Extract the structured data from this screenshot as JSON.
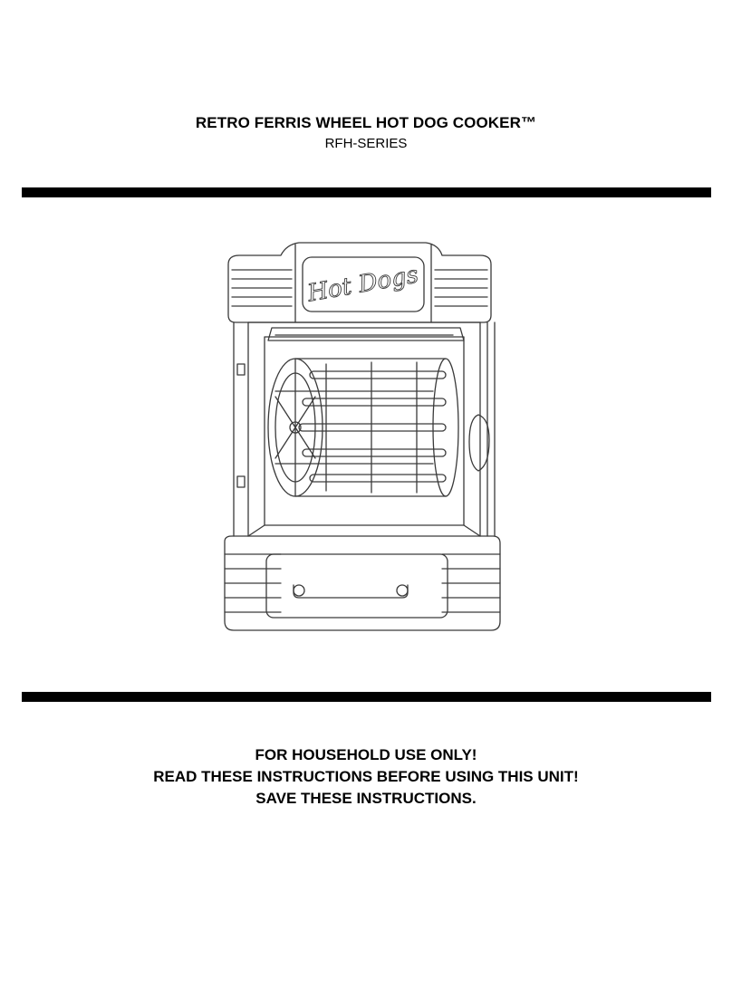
{
  "document": {
    "title": "RETRO FERRIS WHEEL HOT DOG COOKER™",
    "model": "RFH-SERIES",
    "product_sign_text": "Hot Dogs"
  },
  "notices": [
    "FOR HOUSEHOLD USE ONLY!",
    "READ THESE INSTRUCTIONS BEFORE USING THIS UNIT!",
    "SAVE THESE INSTRUCTIONS."
  ],
  "colors": {
    "ink": "#000000",
    "line_art": "#3a3a3a",
    "paper": "#ffffff"
  }
}
